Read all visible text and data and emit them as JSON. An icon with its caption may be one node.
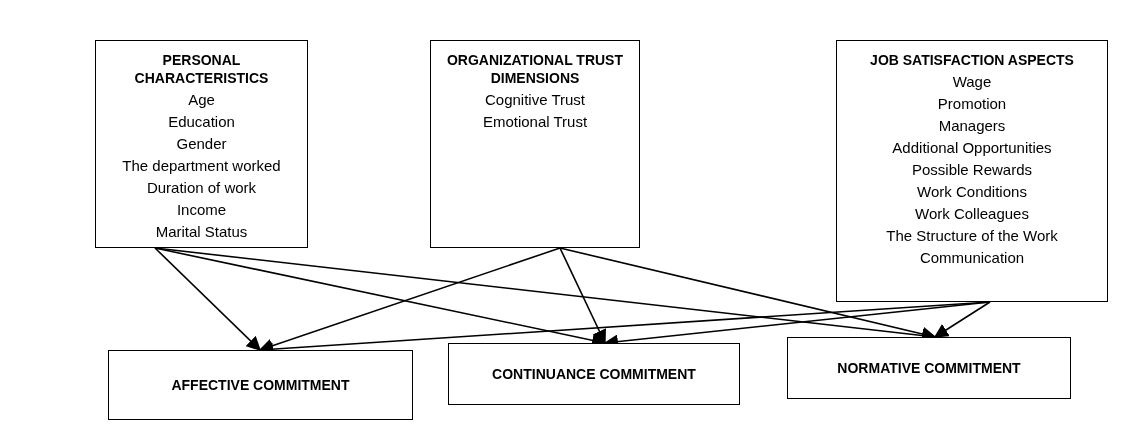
{
  "diagram": {
    "nodes": [
      {
        "text": [
          "PERSONAL CHARACTERISTICS",
          "Age",
          "Education",
          "Gender",
          "The department worked",
          "Duration of work",
          "Income",
          "Marital Status"
        ]
      },
      {
        "text": [
          "ORGANIZATIONAL TRUST DIMENSIONS",
          "Cognitive Trust",
          "Emotional Trust"
        ]
      },
      {
        "text": [
          "JOB SATISFACTION ASPECTS",
          "Wage",
          "Promotion",
          "Managers",
          "Additional Opportunities",
          "Possible Rewards",
          "Work Conditions",
          "Work Colleagues",
          "The Structure of the Work",
          "Communication"
        ]
      },
      {
        "text": [
          "AFFECTIVE COMMITMENT"
        ]
      },
      {
        "text": [
          "CONTINUANCE COMMITMENT"
        ]
      },
      {
        "text": [
          "NORMATIVE COMMITMENT"
        ]
      }
    ],
    "edges": [
      {
        "from": 0,
        "to": 3,
        "arrow": "to"
      },
      {
        "from": 0,
        "to": 4,
        "arrow": "to"
      },
      {
        "from": 0,
        "to": 5,
        "arrow": "to"
      },
      {
        "from": 1,
        "to": 3,
        "arrow": "to"
      },
      {
        "from": 1,
        "to": 4,
        "arrow": "to"
      },
      {
        "from": 1,
        "to": 5,
        "arrow": "to"
      },
      {
        "from": 2,
        "to": 3,
        "arrow": "to"
      },
      {
        "from": 2,
        "to": 4,
        "arrow": "to"
      },
      {
        "from": 2,
        "to": 5,
        "arrow": "to"
      }
    ]
  }
}
